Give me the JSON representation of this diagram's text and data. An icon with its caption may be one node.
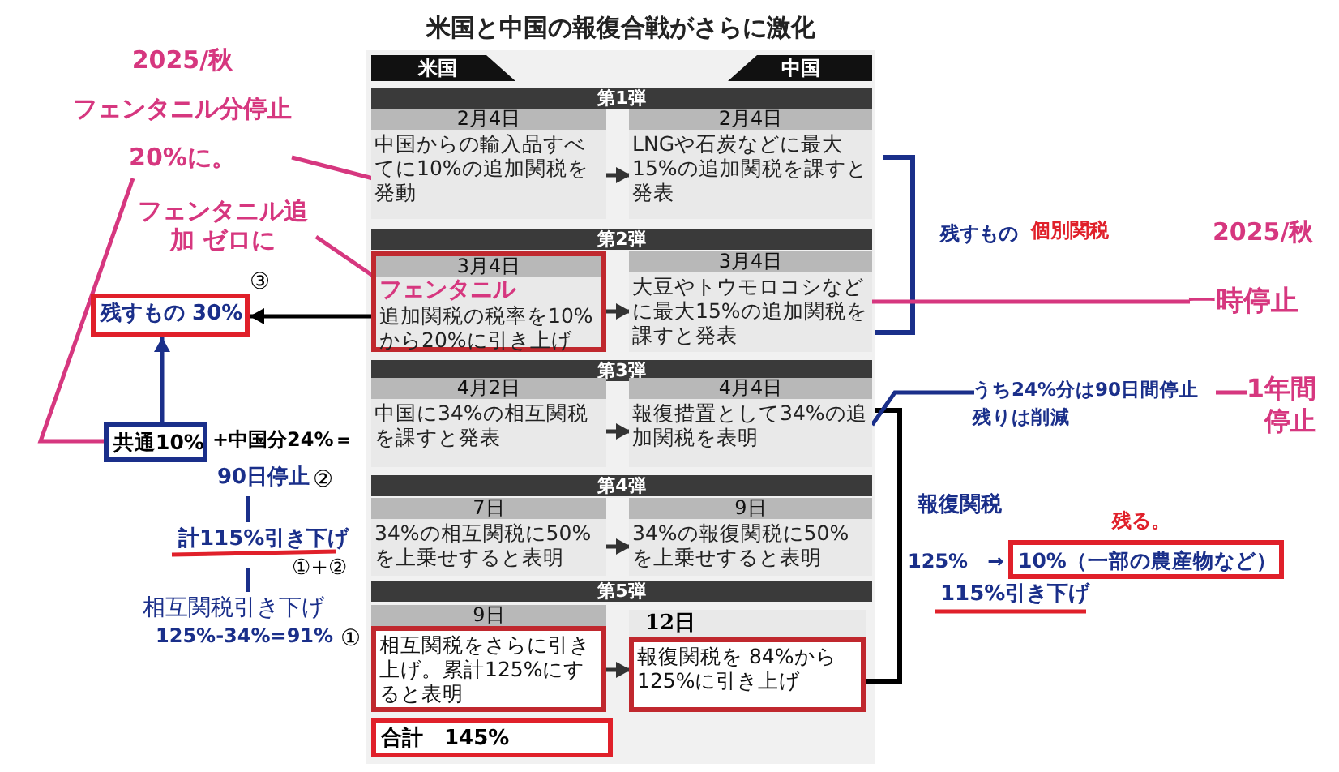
{
  "diagram": {
    "title": "米国と中国の報復合戦がさらに激化",
    "nodes": [
      {
        "text": [
          "2025/秋",
          "フェンタニル分停止",
          "20%に。"
        ]
      },
      {
        "text": [
          "2月4日",
          "中国からの輸入品すべてに10%の追加関税を発動"
        ]
      },
      {
        "text": [
          "2月4日",
          "LNGや石炭などに最大15%の追加関税を課すと発表"
        ]
      },
      {
        "text": [
          "フェンタニル追加 ゼロに"
        ]
      },
      {
        "text": [
          "3月4日",
          "フェンタニル",
          "追加関税の税率を10%から20%に引き上げ"
        ]
      },
      {
        "text": [
          "3月4日",
          "大豆やトウモロコシなどに最大15%の追加関税を課すと発表"
        ]
      },
      {
        "text": [
          "一時停止"
        ]
      },
      {
        "text": [
          "残すもの 30%"
        ],
        "beside": [
          "③"
        ]
      },
      {
        "text": [
          "4月2日",
          "中国に34%の相互関税を課すと発表"
        ]
      },
      {
        "text": [
          "4月4日",
          "報復措置として34%の追加関税を表明"
        ]
      },
      {
        "text": [
          "うち24%分は90日間停止残りは削減"
        ]
      },
      {
        "text": [
          "1年間停止"
        ]
      },
      {
        "text": [
          "共通10%"
        ]
      },
      {
        "text": [
          "7日",
          "34%の相互関税に50%を上乗せすると表明"
        ]
      },
      {
        "text": [
          "9日",
          "34%の報復関税に50%を上乗せすると表明"
        ]
      },
      {
        "text": [
          "10%（一部の農産物など）"
        ],
        "beside": [
          "残る。"
        ]
      },
      {
        "text": [
          "9日",
          "相互関税をさらに引き上げ。累計125%にすると表明"
        ]
      },
      {
        "text": [
          "12日",
          "報復関税を 84%から125%に引き上げ"
        ]
      },
      {
        "text": [
          "合計　145%"
        ]
      }
    ],
    "edges": [
      {
        "from": 0,
        "to": 1,
        "arrow": "none",
        "color": "#d6377f"
      },
      {
        "from": 0,
        "to": 12,
        "arrow": "none",
        "color": "#d6377f"
      },
      {
        "from": 3,
        "to": 4,
        "arrow": "none",
        "color": "#d6377f"
      },
      {
        "from": 4,
        "to": 7,
        "arrow": "to",
        "color": "#000000"
      },
      {
        "from": 12,
        "to": 7,
        "arrow": "to",
        "color": "#1a2f8a"
      },
      {
        "from": 1,
        "to": 2,
        "arrow": "to",
        "color": "#333333"
      },
      {
        "from": 4,
        "to": 5,
        "arrow": "to",
        "color": "#333333"
      },
      {
        "from": 8,
        "to": 9,
        "arrow": "to",
        "color": "#333333"
      },
      {
        "from": 13,
        "to": 14,
        "arrow": "to",
        "color": "#333333"
      },
      {
        "from": 16,
        "to": 17,
        "arrow": "to",
        "color": "#333333"
      },
      {
        "from": 5,
        "to": 6,
        "arrow": "none",
        "color": "#d6377f"
      },
      {
        "from": 9,
        "to": 10,
        "arrow": "none",
        "color": "#1a2f8a"
      },
      {
        "from": 10,
        "to": 11,
        "arrow": "none",
        "color": "#d6377f"
      }
    ],
    "labels": [
      "米国",
      "中国",
      "第1弾",
      "第2弾",
      "第3弾",
      "第4弾",
      "第5弾",
      "+中国分24%＝",
      "90日停止",
      "②",
      "計115%引き下げ",
      "①+②",
      "相互関税引き下げ",
      "125%-34%=91%",
      "①",
      "残すもの",
      "個別関税",
      "2025/秋",
      "報復関税",
      "125%　→",
      "115%引き下げ"
    ]
  }
}
